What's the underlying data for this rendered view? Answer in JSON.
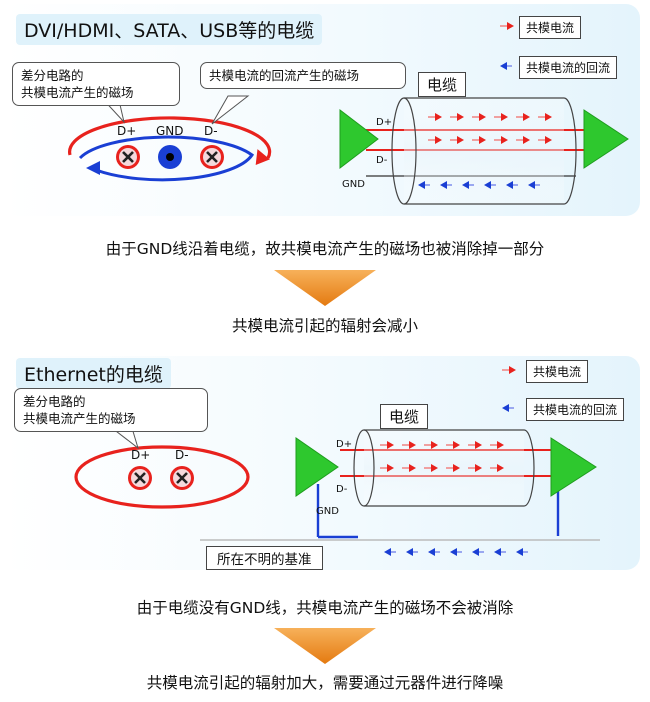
{
  "section1": {
    "title": "DVI/HDMI、SATA、USB等的电缆",
    "callout_diff": "差分电路的\n共模电流产生的磁场",
    "callout_return": "共模电流的回流产生的磁场",
    "pin_dplus": "D+",
    "pin_gnd": "GND",
    "pin_dminus": "D-",
    "cable_label": "电缆",
    "line_dplus": "D+",
    "line_dminus": "D-",
    "line_gnd": "GND",
    "legend_common": "共模电流",
    "legend_return": "共模电流的回流"
  },
  "caption1": "由于GND线沿着电缆，故共模电流产生的磁场也被消除掉一部分",
  "result1": "共模电流引起的辐射会减小",
  "section2": {
    "title": "Ethernet的电缆",
    "callout_diff": "差分电路的\n共模电流产生的磁场",
    "pin_dplus": "D+",
    "pin_dminus": "D-",
    "cable_label": "电缆",
    "line_dplus": "D+",
    "line_dminus": "D-",
    "line_gnd": "GND",
    "legend_common": "共模电流",
    "legend_return": "共模电流的回流",
    "unknown_reference": "所在不明的基准"
  },
  "caption2": "由于电缆没有GND线，共模电流产生的磁场不会被消除",
  "result2": "共模电流引起的辐射加大，需要通过元器件进行降噪",
  "colors": {
    "red": "#e8221d",
    "blue": "#1a3fd4",
    "green": "#2ec82e",
    "arrow_orange": "#f08a1e",
    "panel_blue": "#e4f4fc"
  }
}
